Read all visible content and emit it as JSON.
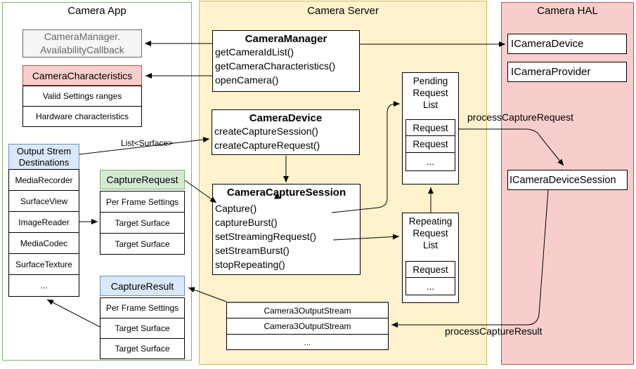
{
  "columns": {
    "app": {
      "title": "Camera App"
    },
    "server": {
      "title": "Camera Server"
    },
    "hal": {
      "title": "Camera HAL"
    }
  },
  "app": {
    "availability_callback": {
      "line1": "CameraManager.",
      "line2": "AvailabilityCallback"
    },
    "characteristics": {
      "title": "CameraCharacteristics",
      "rows": [
        "Valid Settings ranges",
        "Hardware characteristics"
      ]
    },
    "output_destinations": {
      "title_line1": "Output Strem",
      "title_line2": "Destinations",
      "items": [
        "MediaRecorder",
        "SurfaceView",
        "ImageReader",
        "MediaCodec",
        "SurfaceTexture",
        "..."
      ]
    },
    "capture_request": {
      "title": "CaptureRequest",
      "rows": [
        "Per Frame Settings",
        "Target Surface",
        "Target Surface"
      ]
    },
    "capture_result": {
      "title": "CaptureResult",
      "rows": [
        "Per Frame Settings",
        "Target Surface",
        "Target Surface"
      ]
    }
  },
  "server": {
    "camera_manager": {
      "title": "CameraManager",
      "methods": [
        "getCameraIdList()",
        "getCameraCharacteristics()",
        "openCamera()"
      ]
    },
    "camera_device": {
      "title": "CameraDevice",
      "methods": [
        "createCaptureSession()",
        "createCaptureRequest()"
      ]
    },
    "capture_session": {
      "title": "CameraCaptureSession",
      "methods": [
        "Capture()",
        "captureBurst()",
        "setStreamingRequest()",
        "setStreamBurst()",
        "stopRepeating()"
      ]
    },
    "pending_list": {
      "title_line1": "Pending",
      "title_line2": "Request",
      "title_line3": "List",
      "items": [
        "Request",
        "Request",
        "..."
      ]
    },
    "repeating_list": {
      "title_line1": "Repeating",
      "title_line2": "Request",
      "title_line3": "List",
      "items": [
        "Request",
        "..."
      ]
    },
    "output_streams": {
      "items": [
        "Camera3OutputStream",
        "Camera3OutputStream",
        "..."
      ]
    }
  },
  "hal": {
    "boxes": [
      "ICameraDevice",
      "ICameraProvider",
      "ICameraDeviceSession"
    ]
  },
  "labels": {
    "list_surface": "List<Surface>",
    "process_capture_request": "processCaptureRequest",
    "process_capture_result": "processCaptureResult"
  },
  "colors": {
    "app_border": "#82B366",
    "server_bg": "#FFF2CC",
    "server_border": "#D6B656",
    "hal_bg": "#F8CECC",
    "hal_border": "#B85450",
    "blue_bg": "#DAE8FC",
    "blue_border": "#6C8EBF",
    "green_bg": "#D5E8D4",
    "green_border": "#82B366",
    "gray_bg": "#F5F5F5",
    "gray_text": "#666666",
    "line": "#000000"
  }
}
